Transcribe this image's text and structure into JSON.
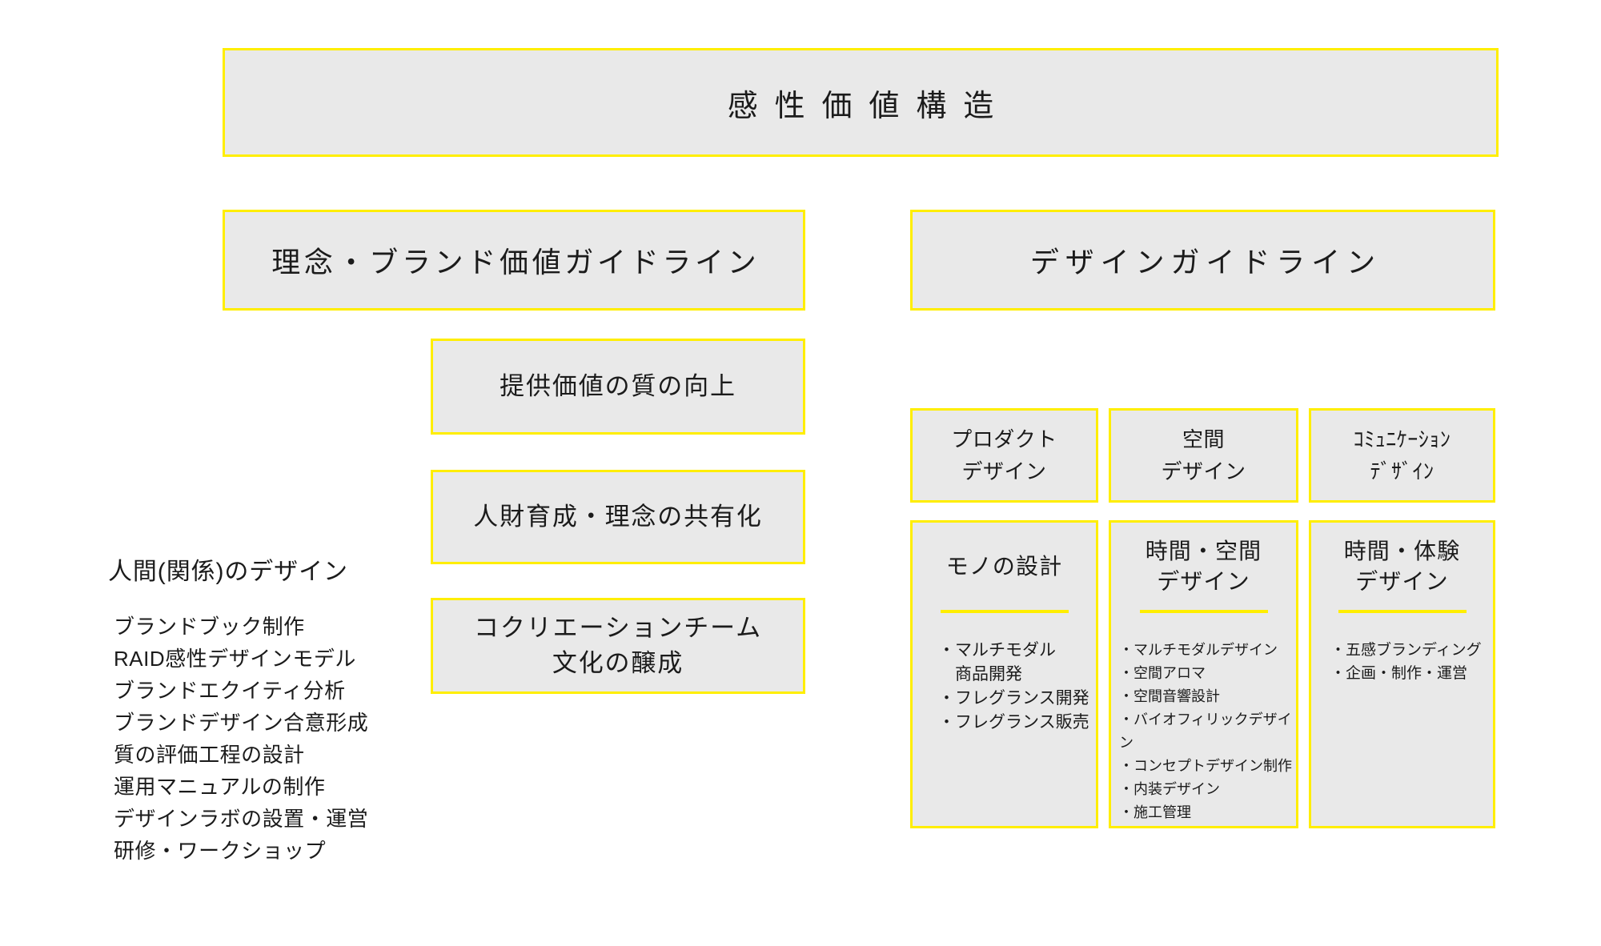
{
  "colors": {
    "box_fill": "#e9e9e9",
    "border_yellow": "#ffee00",
    "text": "#1b1b1b",
    "background": "#ffffff"
  },
  "top_box": {
    "title": "感性価値構造"
  },
  "guidelines": {
    "left": {
      "title": "理念・ブランド価値ガイドライン"
    },
    "right": {
      "title": "デザインガイドライン"
    }
  },
  "left_stack": {
    "boxes": [
      {
        "label": "提供価値の質の向上"
      },
      {
        "label": "人財育成・理念の共有化"
      },
      {
        "label": "コクリエーションチーム\n文化の醸成"
      }
    ]
  },
  "left_panel": {
    "heading": "人間(関係)のデザイン",
    "items": [
      "ブランドブック制作",
      "RAID感性デザインモデル",
      "ブランドエクイティ分析",
      "ブランドデザイン合意形成",
      "質の評価工程の設計",
      "運用マニュアルの制作",
      "デザインラボの設置・運営",
      "研修・ワークショップ"
    ]
  },
  "design_columns": [
    {
      "header": "プロダクト\nデザイン",
      "title": "モノの設計",
      "items": [
        "・マルチモダル\n　商品開発",
        "・フレグランス開発",
        "・フレグランス販売"
      ]
    },
    {
      "header": "空間\nデザイン",
      "title": "時間・空間\nデザイン",
      "items": [
        "・マルチモダルデザイン",
        "・空間アロマ",
        "・空間音響設計",
        "・バイオフィリックデザイン",
        "・コンセプトデザイン制作",
        "・内装デザイン",
        "・施工管理"
      ]
    },
    {
      "header": "ｺﾐｭﾆｹｰｼｮﾝ\nﾃﾞｻﾞｲﾝ",
      "title": "時間・体験\nデザイン",
      "items": [
        "・五感ブランディング",
        "・企画・制作・運営"
      ]
    }
  ]
}
